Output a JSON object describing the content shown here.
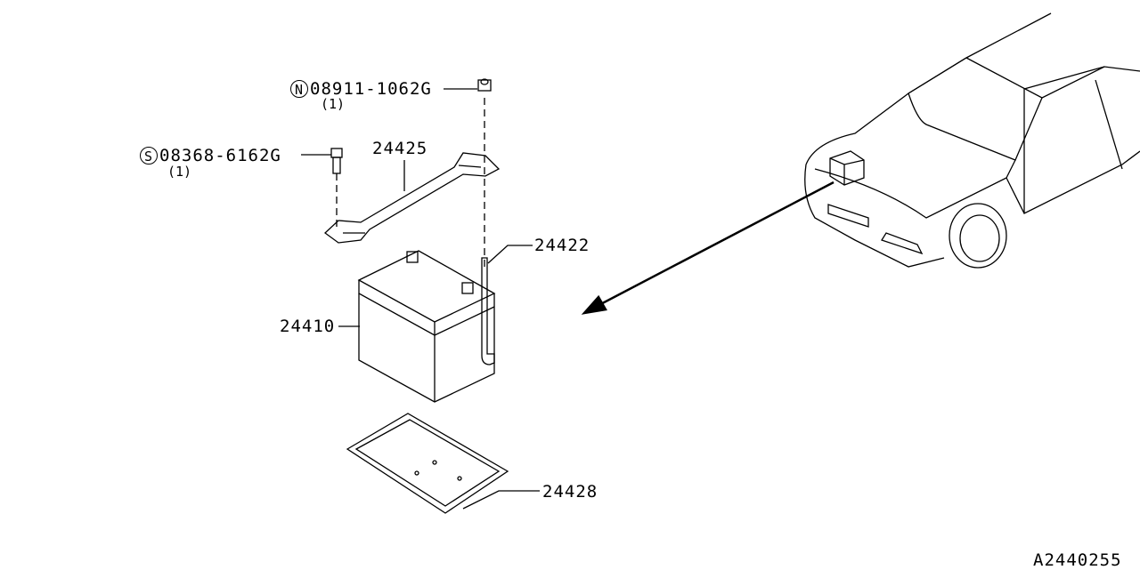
{
  "parts": [
    {
      "id": "nut",
      "prefix": "N",
      "number": "08911-1062G",
      "qty": "(1)"
    },
    {
      "id": "bolt",
      "prefix": "S",
      "number": "08368-6162G",
      "qty": "(1)"
    },
    {
      "id": "holder",
      "number": "24425"
    },
    {
      "id": "rod",
      "number": "24422"
    },
    {
      "id": "battery",
      "number": "24410"
    },
    {
      "id": "tray",
      "number": "24428"
    }
  ],
  "diagram_code": "A2440255",
  "colors": {
    "line": "#000000",
    "background": "#ffffff"
  }
}
